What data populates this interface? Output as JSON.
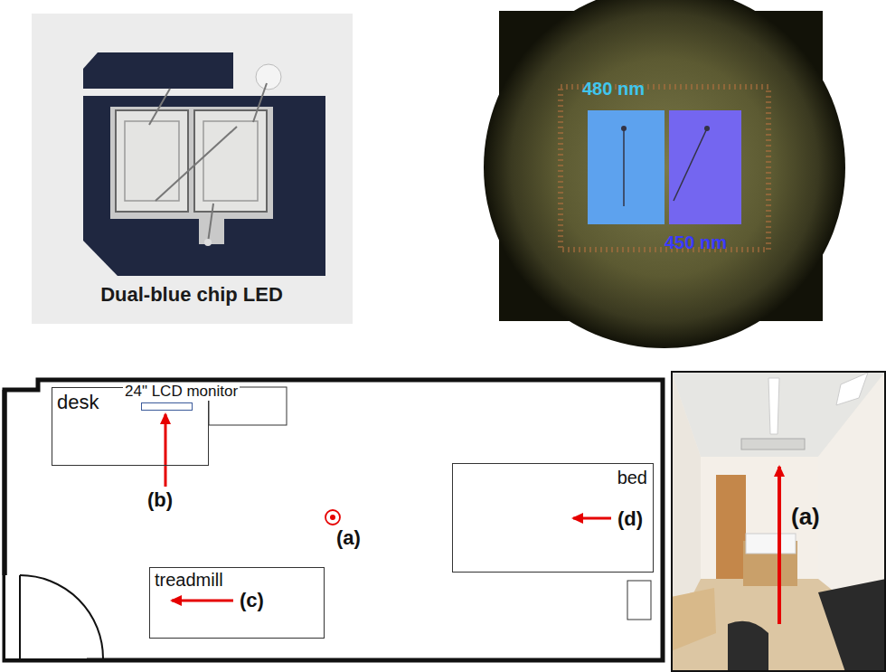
{
  "diagram": {
    "nodes": [
      {
        "text": [
          "desk"
        ]
      },
      {
        "text": [
          "24\" LCD monitor"
        ],
        "in": 0
      },
      {
        "text": [
          "treadmill",
          "(c)"
        ]
      },
      {
        "text": [
          "bed",
          "(d)"
        ]
      }
    ],
    "labels": [
      "Dual-blue chip LED",
      "480 nm",
      "450 nm",
      "(b)",
      "(a)",
      "(a)"
    ]
  }
}
